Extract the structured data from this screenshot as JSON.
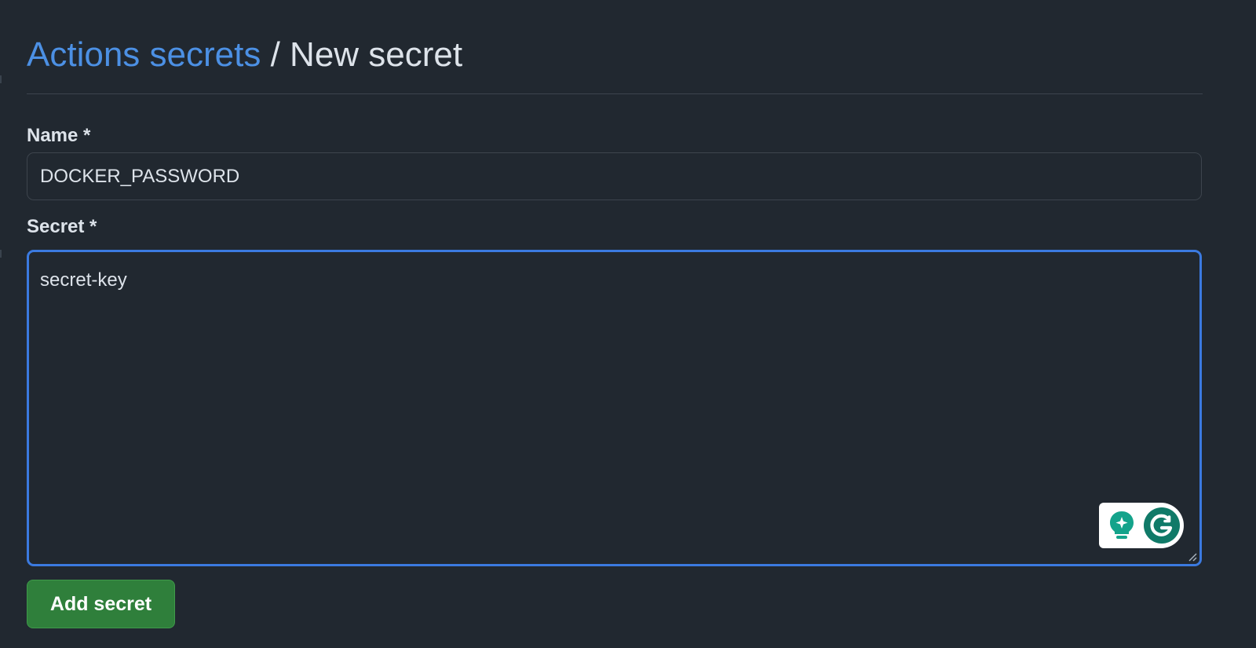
{
  "header": {
    "breadcrumb_link": "Actions secrets",
    "separator": "/",
    "current_page": "New secret"
  },
  "form": {
    "name_label": "Name *",
    "name_value": "DOCKER_PASSWORD",
    "secret_label": "Secret *",
    "secret_value": "secret-key",
    "submit_label": "Add secret"
  },
  "icons": {
    "bulb": "lightbulb-sparkle-icon",
    "assistant": "grammarly-g-icon",
    "grip": "resize-grip-icon"
  },
  "colors": {
    "background": "#212830",
    "link": "#4c90e4",
    "text": "#dde3ea",
    "focus_border": "#3b7ae0",
    "button": "#2f7f3b",
    "grammarly_green": "#14a38b"
  }
}
